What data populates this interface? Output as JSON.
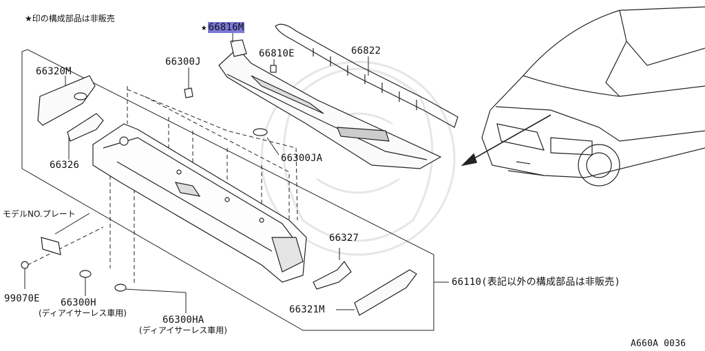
{
  "header_note": "★印の構成部品は非販売",
  "diagram_code": "A660A 0036",
  "parts": {
    "p66816M": {
      "star": "★",
      "code": "66816M",
      "highlighted": true
    },
    "p66810E": "66810E",
    "p66822": "66822",
    "p66300J": "66300J",
    "p66320M": "66320M",
    "p66326": "66326",
    "p66300JA": "66300JA",
    "p66327": "66327",
    "p66110": "66110(表記以外の構成部品は非販売)",
    "p66321M": "66321M",
    "model_plate": "モデルNO.プレート",
    "p99070E": "99070E",
    "p66300H": "66300H",
    "p66300H_note": "(ディアイサーレス車用)",
    "p66300HA": "66300HA",
    "p66300HA_note": "(ディアイサーレス車用)"
  },
  "colors": {
    "highlight": "#7c79d9",
    "line": "#222222",
    "watermark": "#e8e8e8"
  }
}
